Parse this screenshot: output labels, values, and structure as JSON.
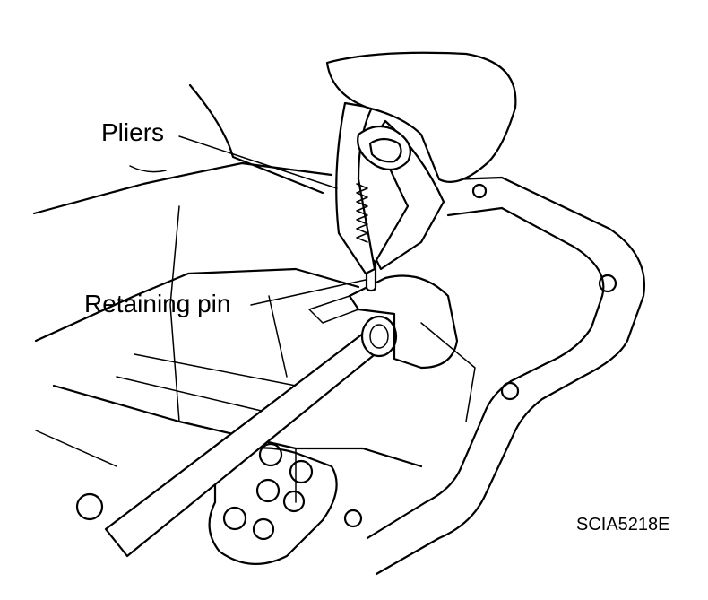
{
  "labels": {
    "pliers": "Pliers",
    "retaining_pin": "Retaining pin",
    "figure_code": "SCIA5218E"
  },
  "colors": {
    "line": "#000000",
    "background": "#ffffff"
  }
}
